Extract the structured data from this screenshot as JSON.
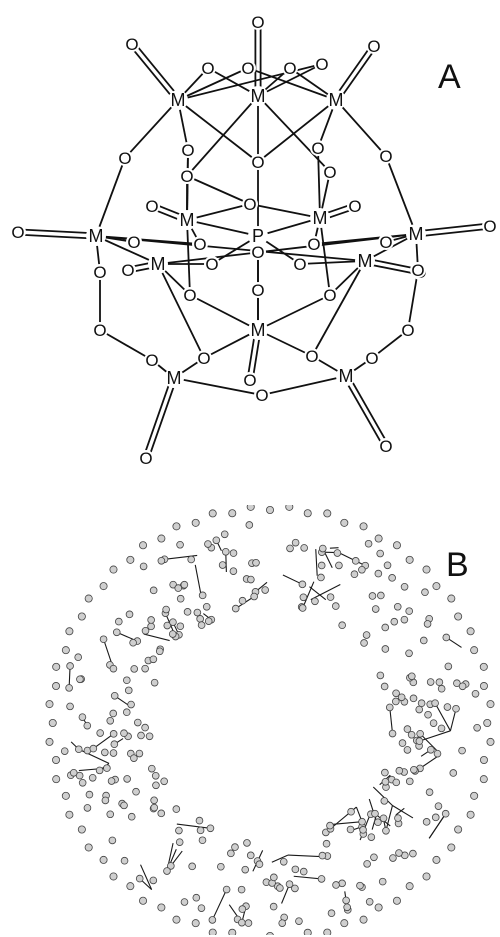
{
  "panels": [
    {
      "label": "A"
    },
    {
      "label": "B"
    }
  ],
  "structure_a": {
    "metal_symbol": "M",
    "oxygen_symbol": "O",
    "central_symbol": "P"
  },
  "colors": {
    "ink": "#111111",
    "atom_fill": "#cfcfcf",
    "atom_stroke": "#444444"
  }
}
